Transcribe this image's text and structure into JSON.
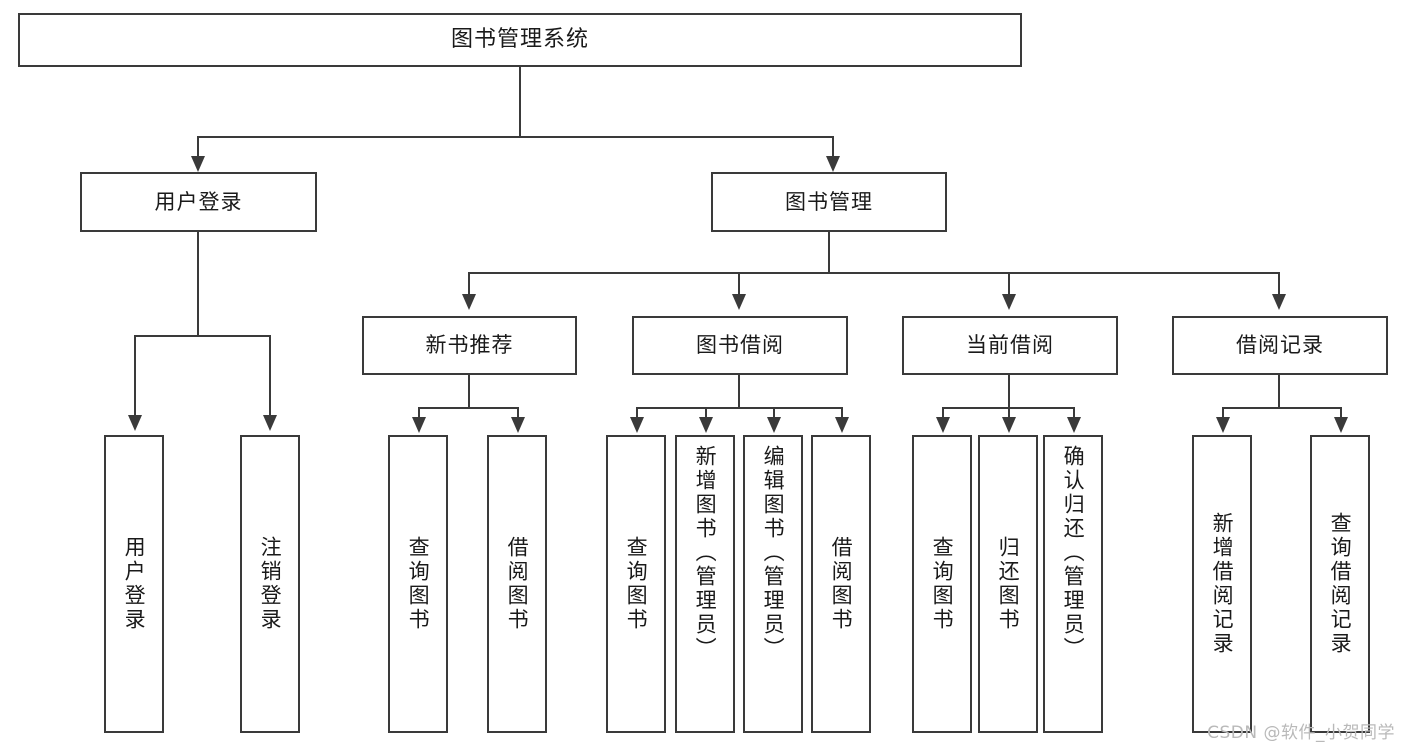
{
  "diagram": {
    "type": "tree",
    "title": "图书管理系统",
    "root": {
      "label": "图书管理系统"
    },
    "level2": [
      {
        "label": "用户登录"
      },
      {
        "label": "图书管理"
      }
    ],
    "level3": [
      {
        "label": "新书推荐"
      },
      {
        "label": "图书借阅"
      },
      {
        "label": "当前借阅"
      },
      {
        "label": "借阅记录"
      }
    ],
    "leaves": {
      "user_login": [
        {
          "label": "用户登录"
        },
        {
          "label": "注销登录"
        }
      ],
      "new_book": [
        {
          "label": "查询图书"
        },
        {
          "label": "借阅图书"
        }
      ],
      "book_borrow": [
        {
          "label": "查询图书"
        },
        {
          "label": "新增图书（管理员）"
        },
        {
          "label": "编辑图书（管理员）"
        },
        {
          "label": "借阅图书"
        }
      ],
      "current_borrow": [
        {
          "label": "查询图书"
        },
        {
          "label": "归还图书"
        },
        {
          "label": "确认归还（管理员）"
        }
      ],
      "borrow_record": [
        {
          "label": "新增借阅记录"
        },
        {
          "label": "查询借阅记录"
        }
      ]
    }
  },
  "watermark": {
    "text": "CSDN @软件_小贺同学"
  },
  "colors": {
    "stroke": "#3a3a3a",
    "text": "#1a1a1a",
    "background": "#ffffff",
    "watermark": "#b9b9b9"
  }
}
